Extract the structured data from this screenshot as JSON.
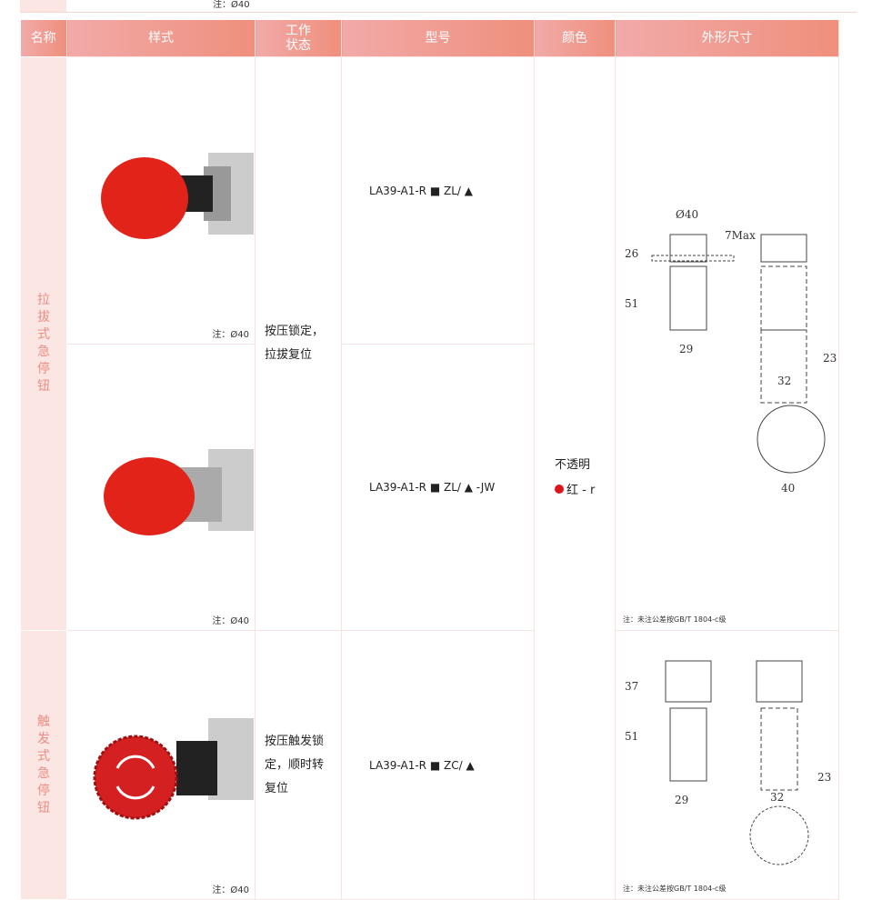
{
  "prev_row_note": "注：Ø40",
  "header": {
    "name": "名称",
    "style": "样式",
    "status": "工作\n状态",
    "model": "型号",
    "color": "颜色",
    "dimensions": "外形尺寸"
  },
  "groups": [
    {
      "name": "拉\n拔\n式\n急\n停\n钮",
      "status": "按压锁定，\n拉拔复位",
      "items": [
        {
          "note": "注：Ø40",
          "model": "LA39-A1-R ■ ZL/ ▲"
        },
        {
          "note": "注：Ø40",
          "model": "LA39-A1-R ■ ZL/ ▲ -JW"
        }
      ],
      "dim_note": "注：未注公差按GB/T 1804-c级",
      "dims": {
        "d40": "Ø40",
        "h26": "26",
        "h7": "7Max",
        "h51": "51",
        "w29": "29",
        "h23": "23",
        "w32": "32",
        "w40": "40"
      }
    },
    {
      "name": "触\n发\n式\n急\n停\n钮",
      "status": "按压触发锁\n定，顺时转\n复位",
      "items": [
        {
          "note": "注：Ø40",
          "model": "LA39-A1-R ■ ZC/ ▲"
        }
      ],
      "dim_note": "注：未注公差按GB/T 1804-c级",
      "dims": {
        "h37": "37",
        "h51": "51",
        "w29": "29",
        "h23": "23",
        "w32": "32"
      }
    }
  ],
  "color": {
    "line1": "不透明",
    "line2": "红 - r",
    "swatch": "#e0141b"
  },
  "colors": {
    "header_start": "#f1aaa9",
    "header_end": "#f08f7c",
    "name_bg": "#fbe6e4",
    "name_text": "#eb8c82"
  }
}
